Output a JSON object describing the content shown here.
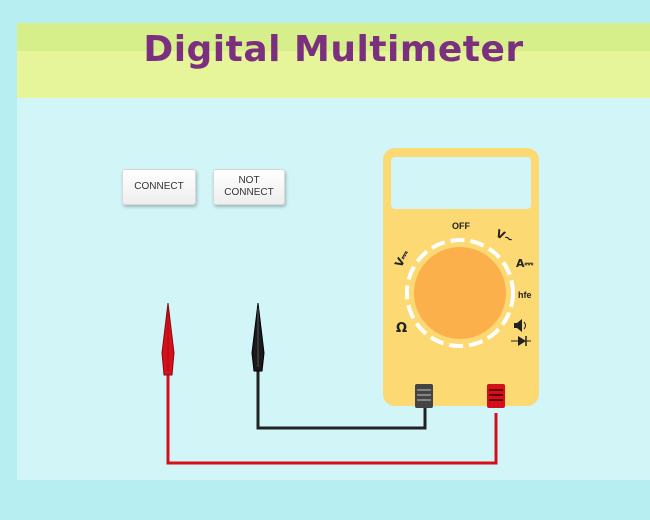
{
  "header": {
    "title": "Digital Multimeter"
  },
  "controls": {
    "connect_label": "CONNECT",
    "not_connect_label": "NOT\nCONNECT"
  },
  "meter": {
    "dial_labels": {
      "off": "OFF",
      "ac_voltage": "V~",
      "dc_voltage": "V⎓",
      "dc_current": "A⎓",
      "hfe": "hfe",
      "resistance": "Ω"
    }
  },
  "colors": {
    "background": "#b7eef2",
    "panel": "#d2f5f8",
    "banner": "#e6f59a",
    "title": "#7a2f7f",
    "meter_body": "#fdd974",
    "dial": "#fbb04c",
    "red_probe": "#d6101b",
    "black_probe": "#1a1a1a"
  },
  "icons": {
    "continuity": "speaker-icon",
    "diode": "diode-icon"
  }
}
